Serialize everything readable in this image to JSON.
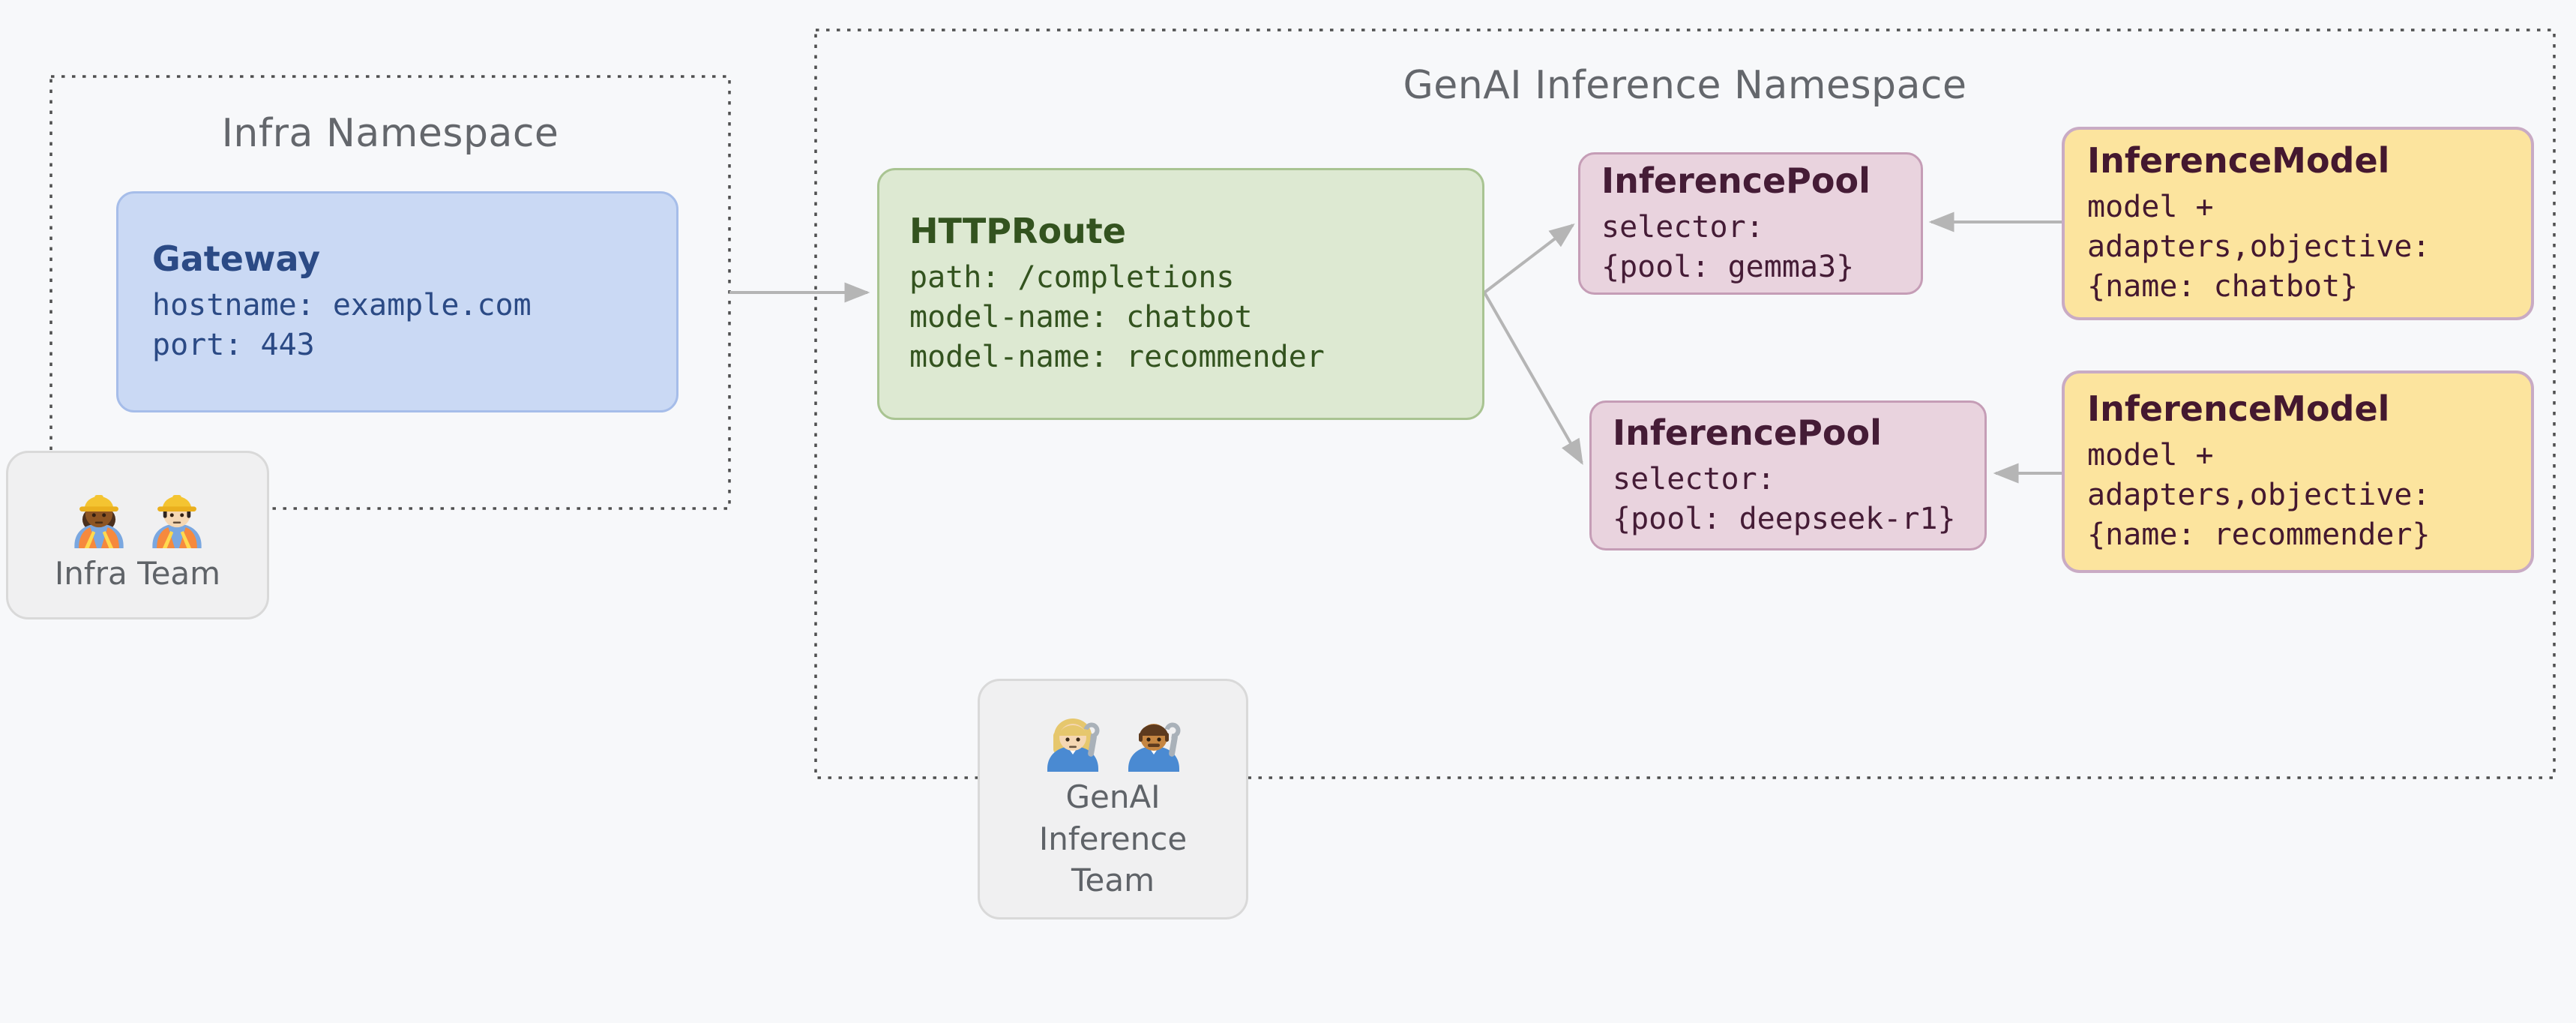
{
  "canvas": {
    "background": "#f7f8fa"
  },
  "colors": {
    "arrow": "#b5b5b5",
    "namespace_border": "#4f4f4f",
    "namespace_title": "#64676c",
    "gateway_fill": "#cad9f4",
    "gateway_border": "#a6bde9",
    "gateway_text": "#2b4a85",
    "httproute_fill": "#dde9d2",
    "httproute_border": "#a9c492",
    "httproute_text": "#33531f",
    "pool_fill": "#e9d3de",
    "pool_border": "#c59db6",
    "pool_text": "#451c36",
    "model_fill": "#fce49e",
    "model_border": "#c9abc4",
    "model_text": "#44182f",
    "team_fill": "#f0f0f1",
    "team_border": "#d9d9d9",
    "team_text": "#5f6368"
  },
  "namespaces": {
    "infra": {
      "title": "Infra Namespace"
    },
    "genai": {
      "title": "GenAI Inference Namespace"
    }
  },
  "nodes": {
    "gateway": {
      "title": "Gateway",
      "lines": [
        "hostname: example.com",
        "port: 443"
      ]
    },
    "httproute": {
      "title": "HTTPRoute",
      "lines": [
        "path: /completions",
        "model-name: chatbot",
        "model-name: recommender"
      ]
    },
    "pool_gemma3": {
      "title": "InferencePool",
      "lines": [
        "selector:",
        "{pool: gemma3}"
      ]
    },
    "model_chatbot": {
      "title": "InferenceModel",
      "lines": [
        "model +",
        "adapters,objective:",
        "{name: chatbot}"
      ]
    },
    "pool_deepseek": {
      "title": "InferencePool",
      "lines": [
        "selector:",
        "{pool: deepseek-r1}"
      ]
    },
    "model_recommender": {
      "title": "InferenceModel",
      "lines": [
        "model +",
        "adapters,objective:",
        "{name: recommender}"
      ]
    }
  },
  "teams": {
    "infra": {
      "label": "Infra Team",
      "icons": [
        "woman-construction-worker-emoji",
        "man-construction-worker-emoji"
      ]
    },
    "genai": {
      "label": "GenAI Inference Team",
      "icons": [
        "woman-mechanic-emoji",
        "man-mechanic-emoji"
      ]
    }
  }
}
